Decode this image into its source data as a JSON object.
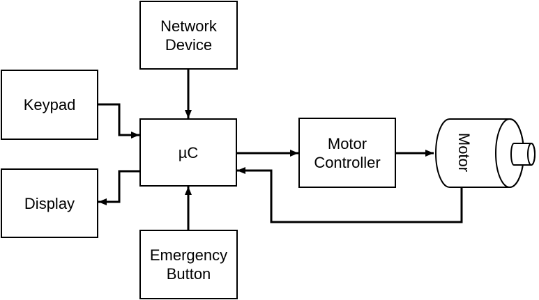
{
  "diagram": {
    "background_color": "#ffffff",
    "stroke_color": "#000000",
    "text_color": "#000000",
    "nodes": {
      "network_device": {
        "label": "Network\nDevice",
        "shape": "rectangle"
      },
      "keypad": {
        "label": "Keypad",
        "shape": "rectangle"
      },
      "display": {
        "label": "Display",
        "shape": "rectangle"
      },
      "microcontroller": {
        "label": "µC",
        "shape": "rectangle"
      },
      "emergency_button": {
        "label": "Emergency\nButton",
        "shape": "rectangle"
      },
      "motor_controller": {
        "label": "Motor\nController",
        "shape": "rectangle"
      },
      "motor": {
        "label": "Motor",
        "shape": "cylinder-horizontal-with-shaft",
        "label_rotation_deg": 90
      }
    },
    "connections": [
      {
        "from": "Network Device",
        "to": "µC",
        "arrow": "end"
      },
      {
        "from": "Keypad",
        "to": "µC",
        "arrow": "end"
      },
      {
        "from": "µC",
        "to": "Display",
        "arrow": "end"
      },
      {
        "from": "Emergency Button",
        "to": "µC",
        "arrow": "end"
      },
      {
        "from": "µC",
        "to": "Motor Controller",
        "arrow": "end"
      },
      {
        "from": "Motor Controller",
        "to": "Motor",
        "arrow": "end"
      },
      {
        "from": "Motor",
        "to": "µC",
        "arrow": "end"
      }
    ]
  }
}
